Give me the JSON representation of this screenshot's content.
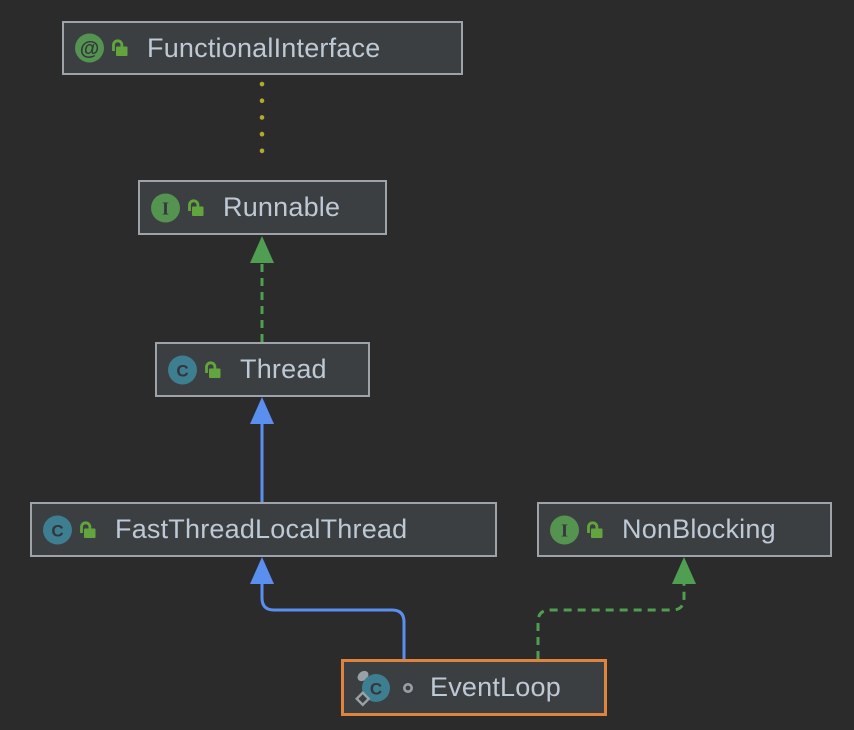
{
  "diagram": {
    "nodes": [
      {
        "id": "functional-interface",
        "label": "FunctionalInterface",
        "kind": "annotation",
        "modifier": "unlocked",
        "selected": false
      },
      {
        "id": "runnable",
        "label": "Runnable",
        "kind": "interface",
        "modifier": "unlocked",
        "selected": false
      },
      {
        "id": "thread",
        "label": "Thread",
        "kind": "class",
        "modifier": "unlocked",
        "selected": false
      },
      {
        "id": "fast-thread-local-thread",
        "label": "FastThreadLocalThread",
        "kind": "class",
        "modifier": "unlocked",
        "selected": false
      },
      {
        "id": "non-blocking",
        "label": "NonBlocking",
        "kind": "interface",
        "modifier": "unlocked",
        "selected": false
      },
      {
        "id": "event-loop",
        "label": "EventLoop",
        "kind": "class",
        "modifier": "ring",
        "selected": true
      }
    ],
    "edges": [
      {
        "from": "Runnable",
        "to": "FunctionalInterface",
        "type": "annotation",
        "style": "yellow-dotted-line"
      },
      {
        "from": "Thread",
        "to": "Runnable",
        "type": "implements",
        "style": "green-dashed-arrow"
      },
      {
        "from": "FastThreadLocalThread",
        "to": "Thread",
        "type": "extends",
        "style": "blue-solid-arrow"
      },
      {
        "from": "EventLoop",
        "to": "FastThreadLocalThread",
        "type": "extends",
        "style": "blue-solid-arrow"
      },
      {
        "from": "EventLoop",
        "to": "NonBlocking",
        "type": "implements",
        "style": "green-dashed-arrow"
      }
    ],
    "icons": {
      "annotation_glyph": "@",
      "interface_glyph": "I",
      "class_glyph": "C"
    },
    "colors": {
      "canvas_bg": "#2b2b2b",
      "node_bg": "#3c3f41",
      "node_border": "#9da3a9",
      "selected_border": "#e0833c",
      "label": "#bec9d6",
      "annotation_edge": "#b1aa2d",
      "implements_edge": "#4f9e52",
      "extends_edge": "#5a8ff0",
      "icon_green": "#549450",
      "icon_teal": "#3d7e90",
      "icon_glyph": "#33363a",
      "lock_green": "#62a43e",
      "decoration_gray": "#9aa0a6"
    }
  }
}
